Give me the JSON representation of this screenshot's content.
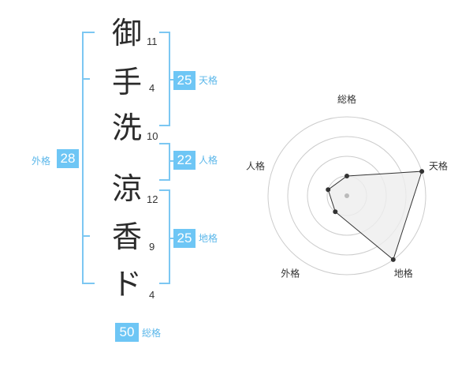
{
  "name": {
    "characters": [
      {
        "char": "御",
        "strokes": "11"
      },
      {
        "char": "手",
        "strokes": "4"
      },
      {
        "char": "洗",
        "strokes": "10"
      },
      {
        "char": "涼",
        "strokes": "12"
      },
      {
        "char": "香",
        "strokes": "9"
      },
      {
        "char": "ド",
        "strokes": "4"
      }
    ]
  },
  "kaku": {
    "tenkaku": {
      "value": "25",
      "label": "天格"
    },
    "jinkaku": {
      "value": "22",
      "label": "人格"
    },
    "chikaku": {
      "value": "25",
      "label": "地格"
    },
    "gaikaku": {
      "value": "28",
      "label": "外格"
    },
    "soukaku": {
      "value": "50",
      "label": "総格"
    }
  },
  "chart_data": {
    "type": "radar",
    "axes": [
      "総格",
      "天格",
      "地格",
      "外格",
      "人格"
    ],
    "values": [
      1,
      4,
      4,
      1,
      1
    ],
    "rmax": 4,
    "rings": 4,
    "colors": {
      "fill": "#eeeeee",
      "stroke": "#333333",
      "ring": "#cccccc",
      "center": "#bbbbbb"
    }
  }
}
